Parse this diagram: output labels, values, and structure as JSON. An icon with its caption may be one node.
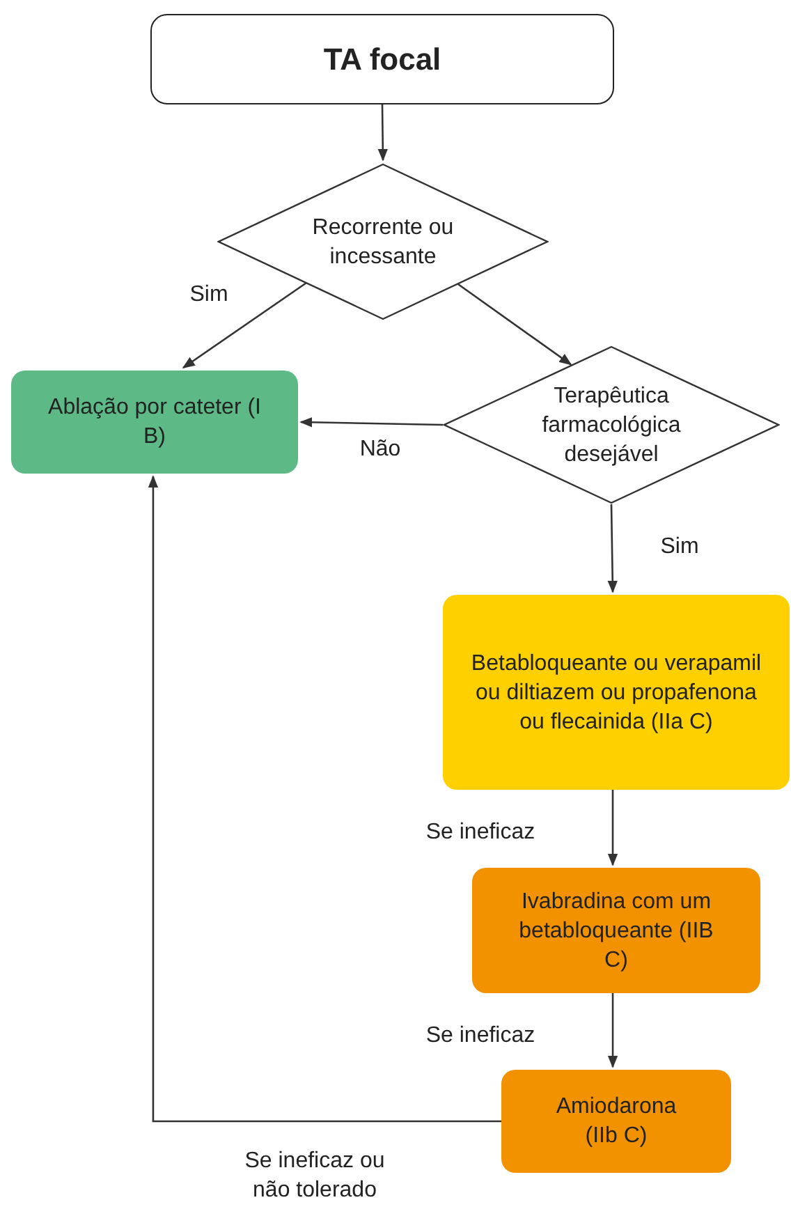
{
  "diagram": {
    "nodes": [
      {
        "text": [
          "TA focal"
        ]
      },
      {
        "text": [
          "Recorrente ou incessante"
        ]
      },
      {
        "text": [
          "Ablação por cateter (I B)"
        ]
      },
      {
        "text": [
          "Terapêutica farmacológica desejável"
        ]
      },
      {
        "text": [
          "Betabloqueante ou verapamil ou diltiazem ou propafenona ou flecainida (IIa C)"
        ]
      },
      {
        "text": [
          "Ivabradina com um betabloqueante (IIB C)"
        ]
      },
      {
        "text": [
          "Amiodarona (IIb C)"
        ]
      }
    ],
    "edges": [
      {
        "from": 0,
        "to": 1,
        "arrow": "to"
      },
      {
        "from": 1,
        "to": 2,
        "arrow": "to",
        "label": "Sim"
      },
      {
        "from": 1,
        "to": 3,
        "arrow": "to"
      },
      {
        "from": 3,
        "to": 2,
        "arrow": "to",
        "label": "Não"
      },
      {
        "from": 3,
        "to": 4,
        "arrow": "to",
        "label": "Sim"
      },
      {
        "from": 4,
        "to": 5,
        "arrow": "to",
        "label": "Se ineficaz"
      },
      {
        "from": 5,
        "to": 6,
        "arrow": "to",
        "label": "Se ineficaz"
      },
      {
        "from": 6,
        "to": 2,
        "arrow": "to",
        "label": "Se ineficaz ou não tolerado"
      }
    ]
  }
}
